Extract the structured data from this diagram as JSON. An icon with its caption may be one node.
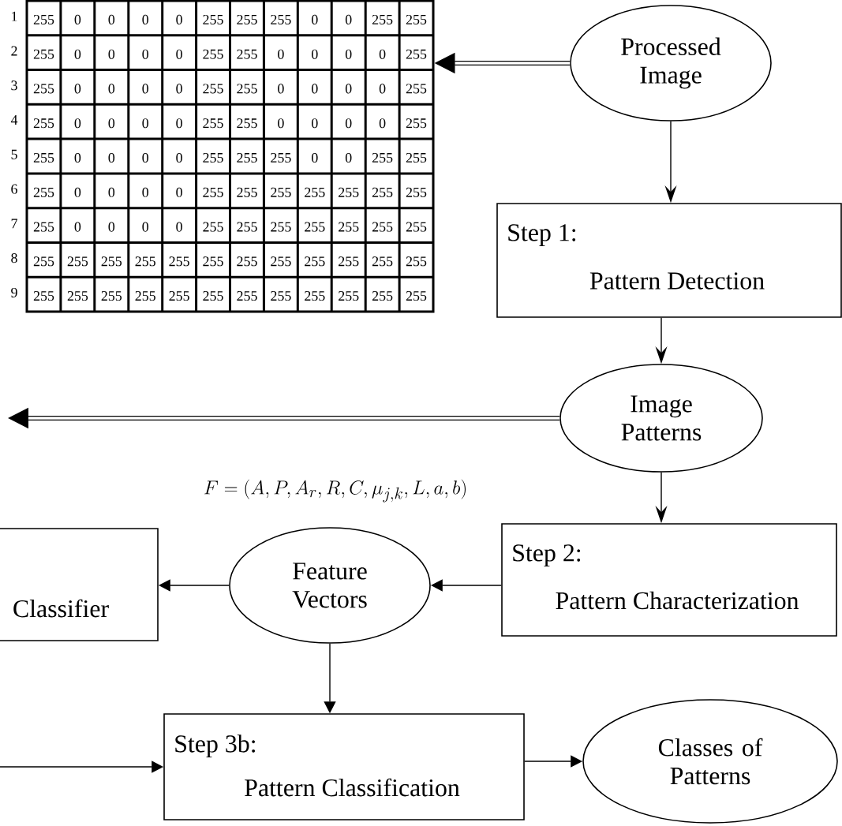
{
  "diagram": {
    "nodes": [
      {
        "text": [
          "255",
          "0",
          "0",
          "0",
          "0",
          "255",
          "255",
          "255",
          "0",
          "0",
          "255",
          "255",
          "255",
          "0",
          "0",
          "0",
          "0",
          "255",
          "255",
          "0",
          "0",
          "0",
          "0",
          "255",
          "255",
          "0",
          "0",
          "0",
          "0",
          "255",
          "255",
          "0",
          "0",
          "0",
          "0",
          "255",
          "255",
          "0",
          "0",
          "0",
          "0",
          "255",
          "255",
          "0",
          "0",
          "0",
          "0",
          "255",
          "255",
          "0",
          "0",
          "0",
          "0",
          "255",
          "255",
          "255",
          "0",
          "0",
          "255",
          "255",
          "255",
          "0",
          "0",
          "0",
          "0",
          "255",
          "255",
          "255",
          "255",
          "255",
          "255",
          "255",
          "255",
          "0",
          "0",
          "0",
          "0",
          "255",
          "255",
          "255",
          "255",
          "255",
          "255",
          "255",
          "255",
          "255",
          "255",
          "255",
          "255",
          "255",
          "255",
          "255",
          "255",
          "255",
          "255",
          "255",
          "255",
          "255",
          "255",
          "255",
          "255",
          "255",
          "255",
          "255",
          "255",
          "255",
          "255",
          "255"
        ],
        "beside": [
          "1",
          "2",
          "3",
          "4",
          "5",
          "6",
          "7",
          "8",
          "9"
        ]
      },
      {
        "text": [
          "Processed Image"
        ]
      },
      {
        "text": [
          "Step 1:",
          "Pattern Detection"
        ]
      },
      {
        "text": [
          "Image Patterns"
        ]
      },
      {
        "text": [
          "Step 2:",
          "Pattern Characterization"
        ]
      },
      {
        "text": [
          "Feature Vectors"
        ]
      },
      {
        "text": [
          "Classifier"
        ]
      },
      {
        "text": [
          "Step 3b:",
          "Pattern Classification"
        ]
      },
      {
        "text": [
          "Classes of Patterns"
        ]
      }
    ],
    "edges": [
      {
        "from": 1,
        "to": 0,
        "arrow": "to",
        "style": "thick"
      },
      {
        "from": 1,
        "to": 2,
        "arrow": "to"
      },
      {
        "from": 2,
        "to": 3,
        "arrow": "to"
      },
      {
        "from": 3,
        "to": null,
        "arrow": "to",
        "style": "thick"
      },
      {
        "from": 3,
        "to": 4,
        "arrow": "to"
      },
      {
        "from": 4,
        "to": 5,
        "arrow": "to"
      },
      {
        "from": 5,
        "to": 6,
        "arrow": "to"
      },
      {
        "from": 5,
        "to": 7,
        "arrow": "to"
      },
      {
        "from": null,
        "to": 7,
        "arrow": "to"
      },
      {
        "from": 7,
        "to": 8,
        "arrow": "to"
      }
    ],
    "labels": [
      "F = (A, P, A_{r}, R, C, \\mu_{j,k}, L, a, b)"
    ]
  }
}
